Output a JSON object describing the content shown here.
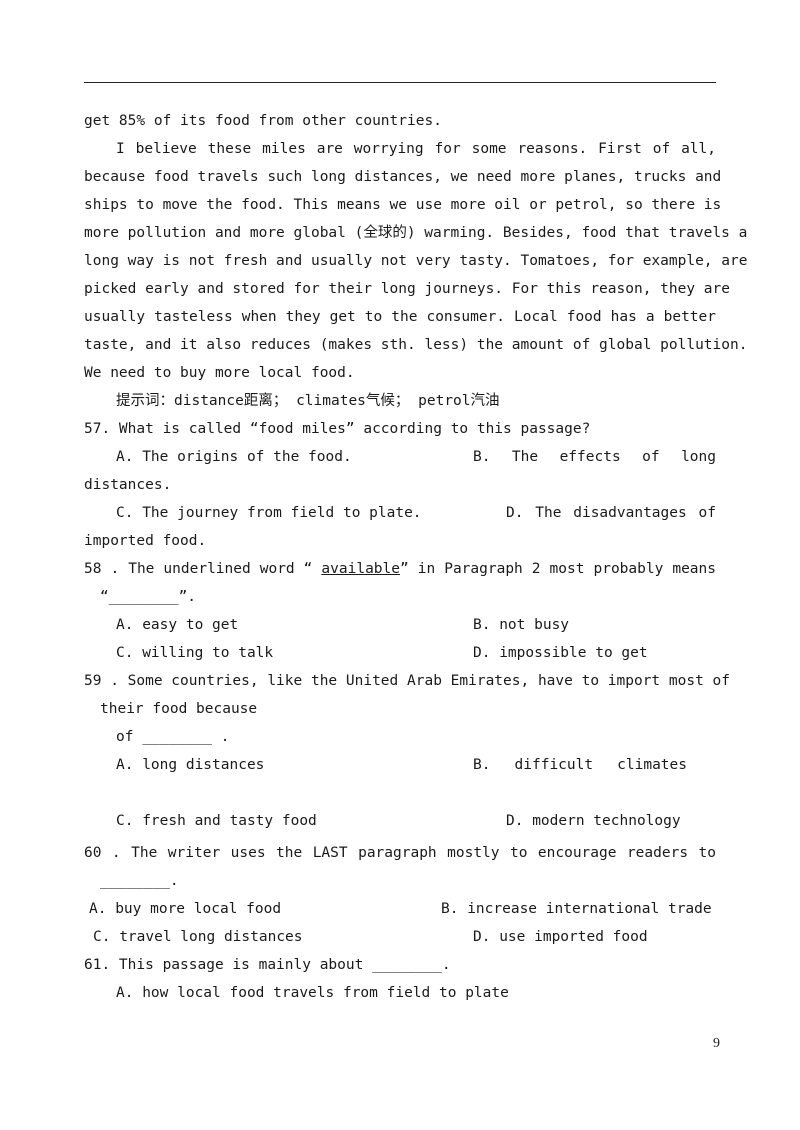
{
  "passage": {
    "l0": "get 85% of its food from other countries.",
    "l1": "I believe these miles are worrying for some reasons. First of all,",
    "l2": "because food travels such long distances, we need more planes, trucks and",
    "l3": "ships to move the food. This means we use more oil or petrol, so there is",
    "l4": "more pollution and more global (全球的) warming. Besides, food that travels a",
    "l5": "long way is not fresh and usually not very tasty. Tomatoes, for example, are",
    "l6": "picked early and stored for their long journeys. For this reason, they are",
    "l7": "usually tasteless when they get to the consumer. Local food has a better",
    "l8": "taste, and it also reduces (makes sth. less) the amount of global pollution.",
    "l9": "We need to buy more local food."
  },
  "hint": "提示词：distance距离；  climates气候；  petrol汽油",
  "q57": {
    "stem": "57. What is called “food miles” according to this passage?",
    "a": "A. The origins of the food.",
    "b": "B.  The  effects  of  long",
    "b_cont": "distances.",
    "c": "C. The journey from field to plate.",
    "d": "D.  The  disadvantages  of",
    "d_cont": "imported food."
  },
  "q58": {
    "stem_pre": "58 . The underlined word “ ",
    "stem_word": "available",
    "stem_post": "” in Paragraph 2 most probably means",
    "stem_cont": "“________”.",
    "a": "A. easy to get",
    "b": "B. not busy",
    "c": "C. willing to talk",
    "d": "D. impossible to get"
  },
  "q59": {
    "stem": "59 . Some countries, like the United Arab Emirates, have to import most of",
    "stem_cont1": "their food because",
    "stem_cont2": "of ________ .",
    "a": "A. long distances",
    "b": "B.   difficult   climates",
    "c": "C. fresh and tasty food",
    "d": "D. modern technology"
  },
  "q60": {
    "stem": "60 . The writer uses the LAST paragraph mostly to encourage readers to",
    "stem_cont": "________.",
    "a": "A. buy more local food",
    "b": "B. increase international trade",
    "c": "C. travel long distances",
    "d": "D. use imported food"
  },
  "q61": {
    "stem": "61. This passage is mainly about ________.",
    "a": "A. how local food travels from field to plate"
  },
  "page_number": "9"
}
